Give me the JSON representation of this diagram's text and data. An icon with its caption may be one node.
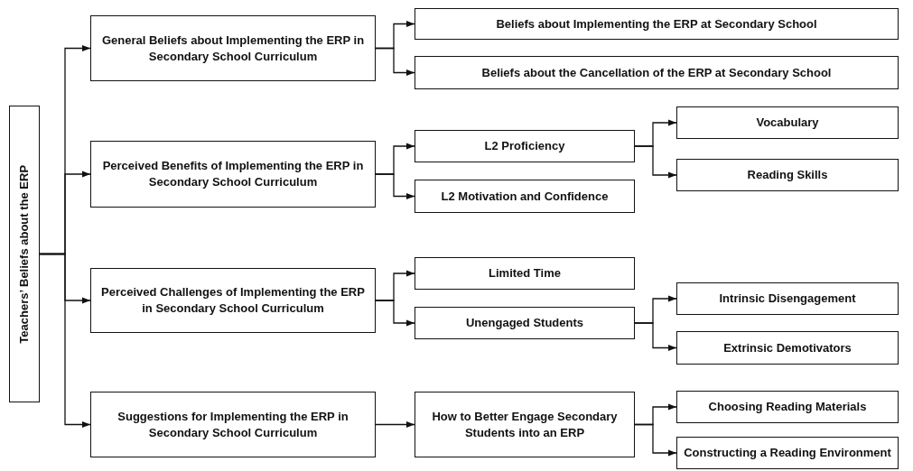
{
  "diagram": {
    "nodes": [
      {
        "text": [
          "Teachers’ Beliefs about the ERP"
        ]
      },
      {
        "text": [
          "General Beliefs about Implementing the ERP in Secondary School Curriculum"
        ]
      },
      {
        "text": [
          "Beliefs about Implementing the ERP at Secondary School"
        ]
      },
      {
        "text": [
          "Beliefs about the Cancellation of the ERP at Secondary School"
        ]
      },
      {
        "text": [
          "Perceived Benefits of Implementing the ERP in Secondary School Curriculum"
        ]
      },
      {
        "text": [
          "L2 Proficiency"
        ]
      },
      {
        "text": [
          "Vocabulary"
        ]
      },
      {
        "text": [
          "Reading Skills"
        ]
      },
      {
        "text": [
          "L2 Motivation and Confidence"
        ]
      },
      {
        "text": [
          "Perceived Challenges of Implementing the ERP in Secondary School Curriculum"
        ]
      },
      {
        "text": [
          "Limited Time"
        ]
      },
      {
        "text": [
          "Unengaged Students"
        ]
      },
      {
        "text": [
          "Intrinsic Disengagement"
        ]
      },
      {
        "text": [
          "Extrinsic Demotivators"
        ]
      },
      {
        "text": [
          "Suggestions for Implementing the ERP in Secondary School Curriculum"
        ]
      },
      {
        "text": [
          "How to Better Engage Secondary Students into an ERP"
        ]
      },
      {
        "text": [
          "Choosing Reading Materials"
        ]
      },
      {
        "text": [
          "Constructing a Reading Environment"
        ]
      }
    ],
    "edges": [
      {
        "from": 0,
        "to": 1,
        "arrow": "to"
      },
      {
        "from": 0,
        "to": 4,
        "arrow": "to"
      },
      {
        "from": 0,
        "to": 9,
        "arrow": "to"
      },
      {
        "from": 0,
        "to": 14,
        "arrow": "to"
      },
      {
        "from": 1,
        "to": 2,
        "arrow": "to"
      },
      {
        "from": 1,
        "to": 3,
        "arrow": "to"
      },
      {
        "from": 4,
        "to": 5,
        "arrow": "to"
      },
      {
        "from": 4,
        "to": 8,
        "arrow": "to"
      },
      {
        "from": 5,
        "to": 6,
        "arrow": "to"
      },
      {
        "from": 5,
        "to": 7,
        "arrow": "to"
      },
      {
        "from": 9,
        "to": 10,
        "arrow": "to"
      },
      {
        "from": 9,
        "to": 11,
        "arrow": "to"
      },
      {
        "from": 11,
        "to": 12,
        "arrow": "to"
      },
      {
        "from": 11,
        "to": 13,
        "arrow": "to"
      },
      {
        "from": 14,
        "to": 15,
        "arrow": "to"
      },
      {
        "from": 15,
        "to": 16,
        "arrow": "to"
      },
      {
        "from": 15,
        "to": 17,
        "arrow": "to"
      }
    ]
  }
}
